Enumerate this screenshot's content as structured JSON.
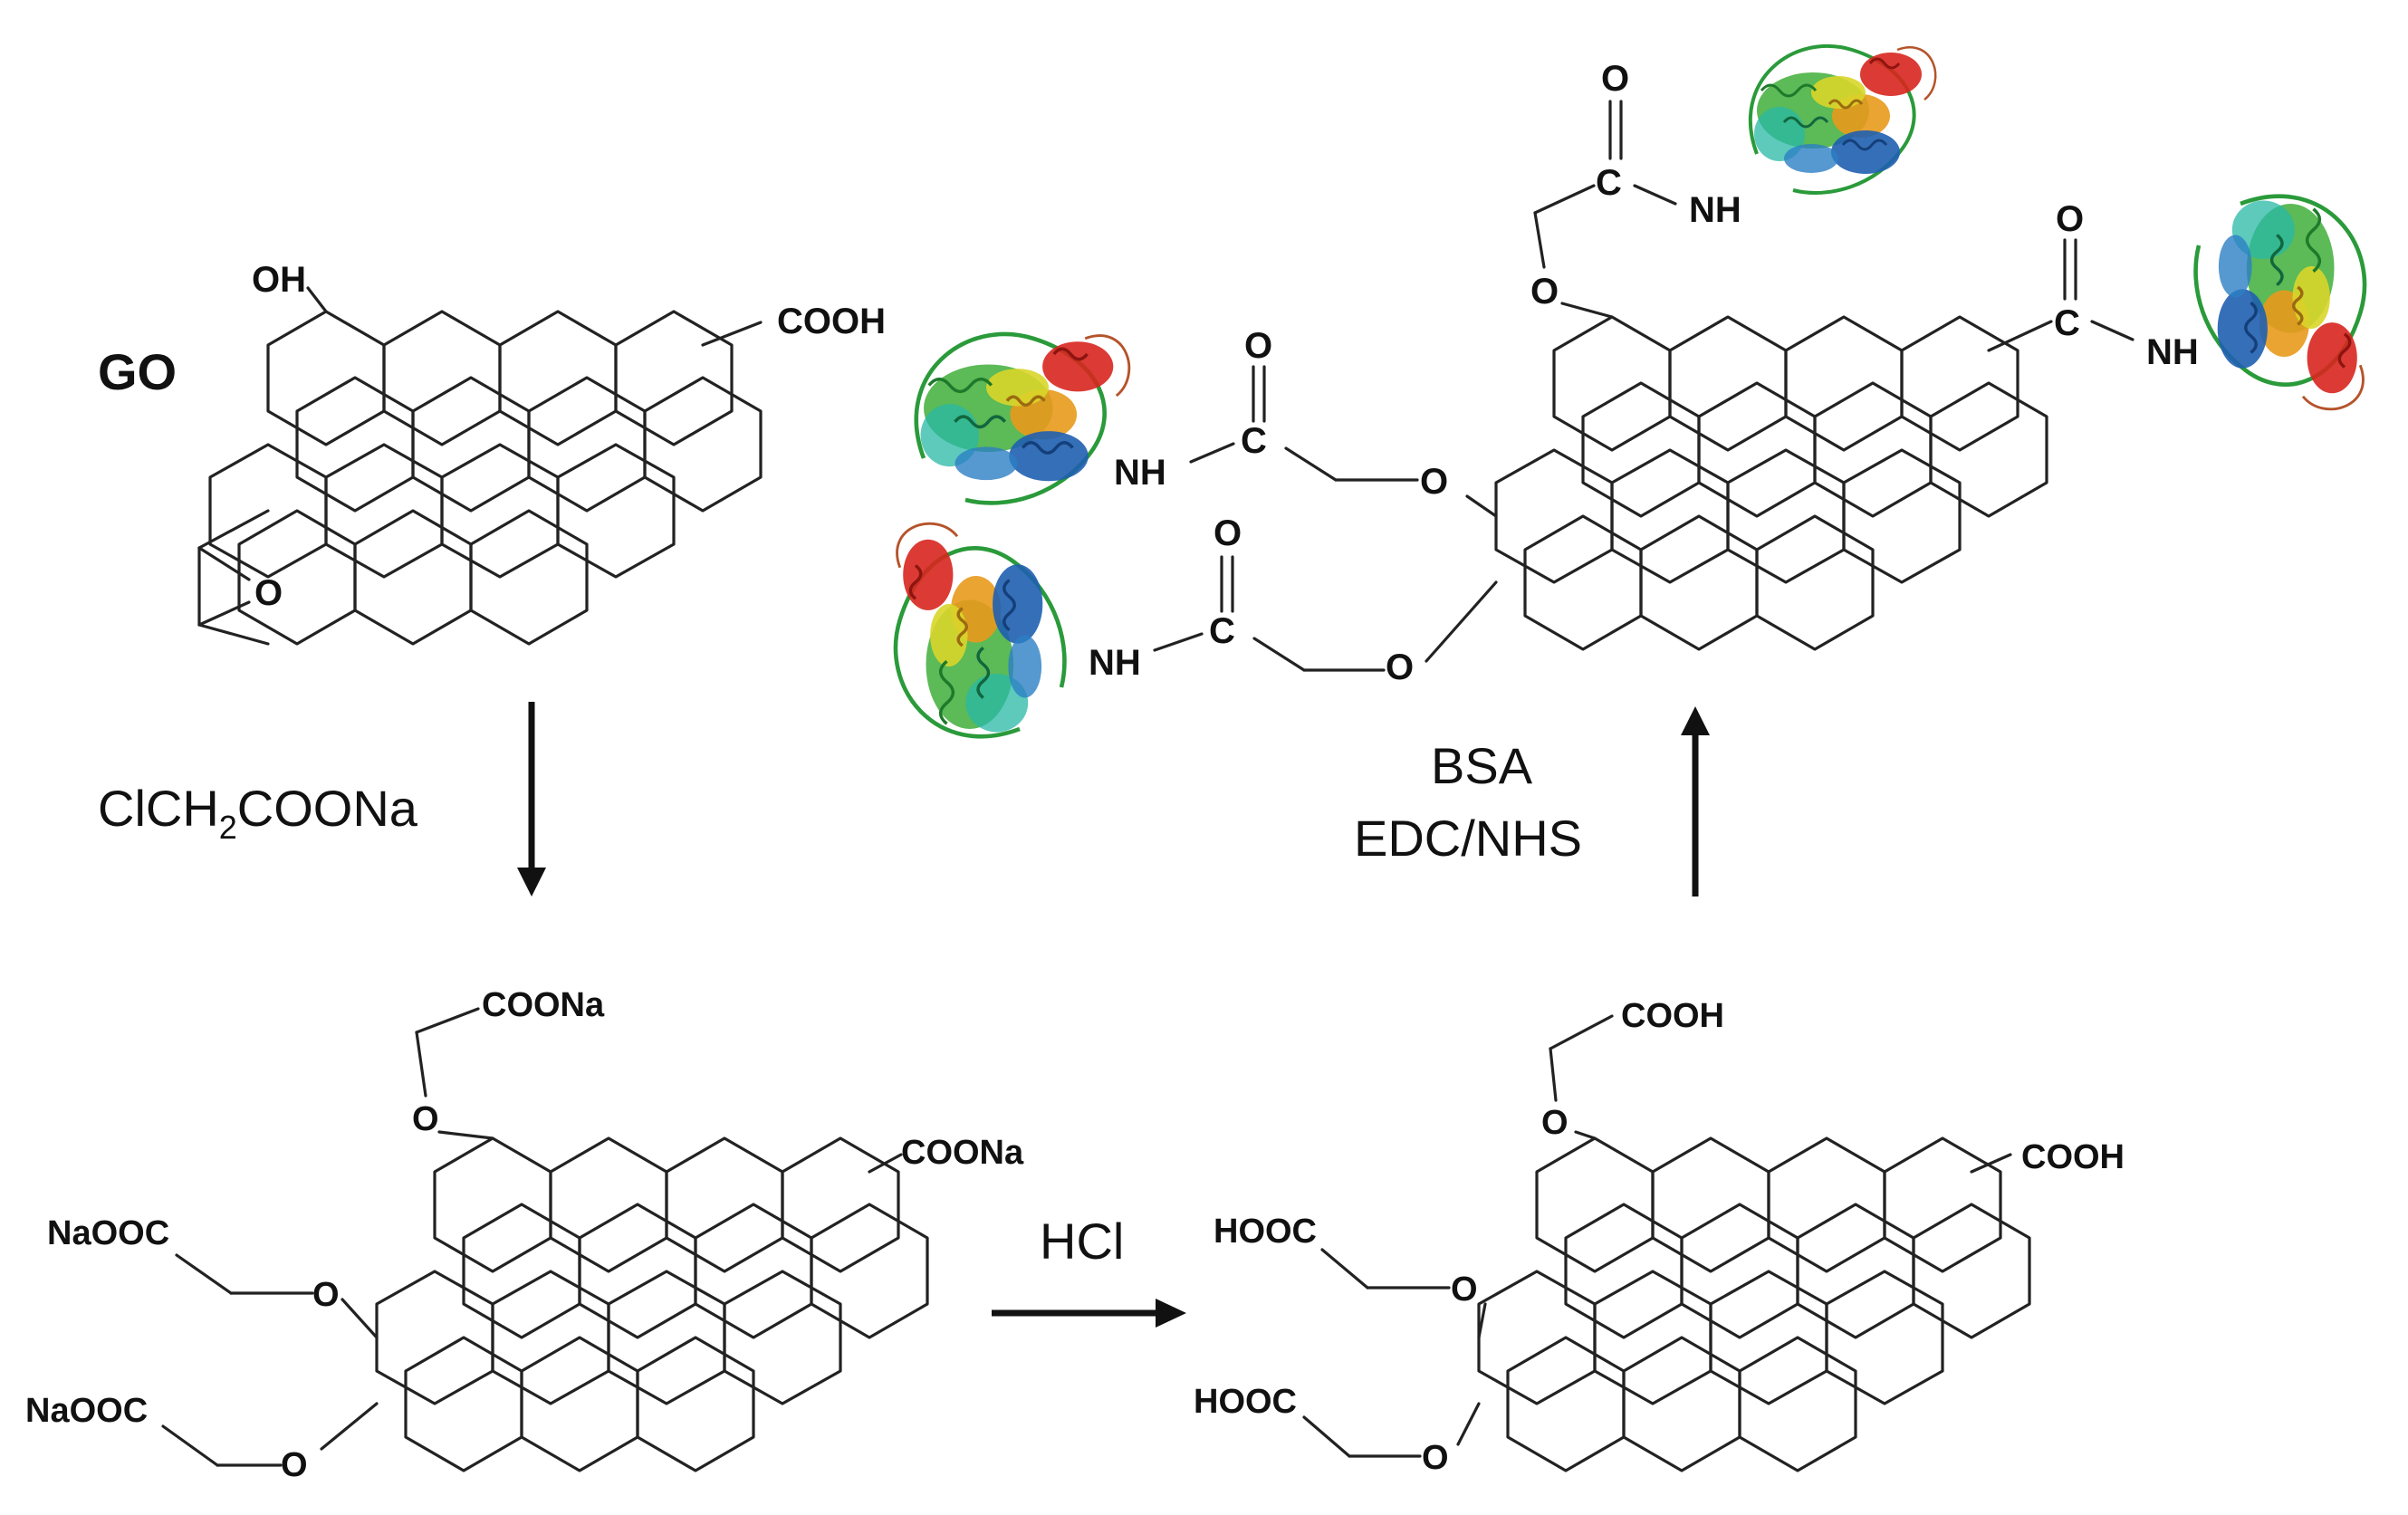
{
  "labels": {
    "go": "GO",
    "reagent1": "ClCH",
    "reagent1_sub": "2",
    "reagent1_tail": "COONa",
    "reagent2": "HCl",
    "reagent3_line1": "BSA",
    "reagent3_line2": "EDC/NHS"
  },
  "atoms": {
    "oh": "OH",
    "cooh": "COOH",
    "coona": "COONa",
    "naooc": "NaOOC",
    "hooc": "HOOC",
    "o": "O",
    "c": "C",
    "nh": "NH"
  },
  "colors": {
    "protein_red": "#d7261e",
    "protein_orange": "#e89a1c",
    "protein_yellow": "#d9d62a",
    "protein_green": "#3fae3a",
    "protein_cyan": "#27b8a6",
    "protein_blue": "#1f5fb0"
  }
}
